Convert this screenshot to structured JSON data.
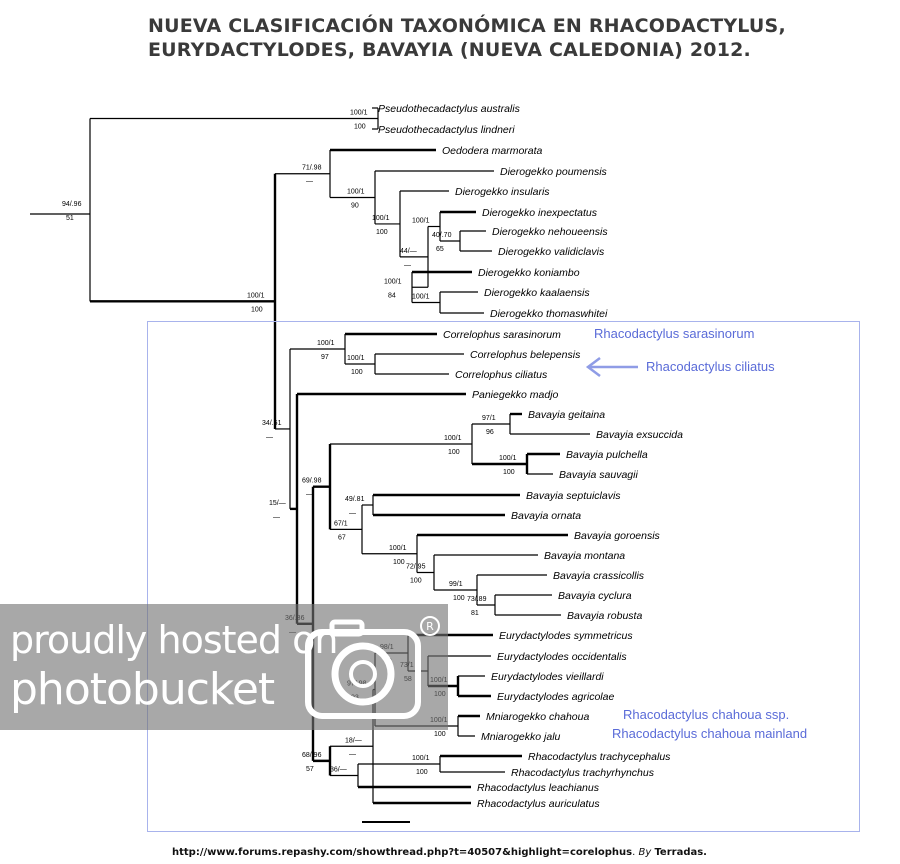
{
  "title": {
    "line1": "NUEVA CLASIFICACIÓN TAXONÓMICA EN RHACODACTYLUS,",
    "line2": "EURYDACTYLODES, BAVAYIA (NUEVA CALEDONIA) 2012."
  },
  "taxa": [
    "Pseudothecadactylus australis",
    "Pseudothecadactylus lindneri",
    "Oedodera marmorata",
    "Dierogekko poumensis",
    "Dierogekko insularis",
    "Dierogekko inexpectatus",
    "Dierogekko nehoueensis",
    "Dierogekko validiclavis",
    "Dierogekko koniambo",
    "Dierogekko kaalaensis",
    "Dierogekko thomaswhitei",
    "Correlophus sarasinorum",
    "Correlophus belepensis",
    "Correlophus ciliatus",
    "Paniegekko madjo",
    "Bavayia geitaina",
    "Bavayia exsuccida",
    "Bavayia pulchella",
    "Bavayia sauvagii",
    "Bavayia septuiclavis",
    "Bavayia ornata",
    "Bavayia goroensis",
    "Bavayia montana",
    "Bavayia crassicollis",
    "Bavayia cyclura",
    "Bavayia robusta",
    "Eurydactylodes symmetricus",
    "Eurydactylodes occidentalis",
    "Eurydactylodes vieillardi",
    "Eurydactylodes agricolae",
    "Mniarogekko chahoua",
    "Mniarogekko jalu",
    "Rhacodactylus trachycephalus",
    "Rhacodactylus trachyrhynchus",
    "Rhacodactylus leachianus",
    "Rhacodactylus auriculatus"
  ],
  "node_support": {
    "root": [
      "94/.96",
      "51"
    ],
    "pseudo": [
      "100/1",
      "100"
    ],
    "ingroup": [
      "100/1",
      "100"
    ],
    "oedodera": [
      "71/.98",
      "—"
    ],
    "diero": [
      "100/1",
      "90"
    ],
    "diero_a": [
      "100/1",
      "100"
    ],
    "diero_b": [
      "44/—",
      "—"
    ],
    "diero_c": [
      "100/1",
      ""
    ],
    "diero_d": [
      "40/.70",
      "65"
    ],
    "diero_e": [
      "100/1",
      "84"
    ],
    "diero_f": [
      "100/1",
      ""
    ],
    "rest": [
      "34/.61",
      "—"
    ],
    "correlo": [
      "100/1",
      "97"
    ],
    "correlo_b": [
      "100/1",
      "100"
    ],
    "clade15": [
      "15/—",
      "—"
    ],
    "bav_all": [
      "69/.98",
      "—"
    ],
    "bav_top": [
      "100/1",
      "100"
    ],
    "bav_ge": [
      "97/1",
      "96"
    ],
    "bav_pu": [
      "100/1",
      "100"
    ],
    "bav_mid": [
      "67/1",
      "67"
    ],
    "bav_se": [
      "49/.81",
      "—"
    ],
    "bav_go": [
      "100/1",
      "100"
    ],
    "bav_mo": [
      "72/.95",
      "100"
    ],
    "bav_cr": [
      "99/1",
      "100"
    ],
    "bav_cy": [
      "73/.89",
      "81"
    ],
    "clade36": [
      "36/.86",
      "—"
    ],
    "clade68": [
      "68/.96",
      "57"
    ],
    "clade18": [
      "18/—",
      "—"
    ],
    "eur_mni": [
      "97/.98",
      "93"
    ],
    "eur": [
      "98/1",
      "98"
    ],
    "eur_b": [
      "73/1",
      "58"
    ],
    "eur_c": [
      "100/1",
      "100"
    ],
    "mni": [
      "100/1",
      "100"
    ],
    "rhaco": [
      "36/—",
      ""
    ],
    "rhaco_t": [
      "100/1",
      "100"
    ]
  },
  "annotations": {
    "sarasinorum": "Rhacodactylus  sarasinorum",
    "ciliatus": "Rhacodactylus ciliatus",
    "chahoua_ssp": "Rhacodactylus chahoua ssp.",
    "chahoua_mainland": "Rhacodactylus chahoua mainland"
  },
  "watermark": {
    "line1": "proudly hosted on",
    "line2": "photobucket"
  },
  "footer": {
    "url": "http://www.forums.repashy.com/showthread.php?t=40507&highlight=corelophus",
    "by": "By",
    "author": "Terradas."
  },
  "colors": {
    "highlight": "#5a6bd8",
    "box": "#a8b3ec",
    "tree": "#000000",
    "watermark": "#737373"
  }
}
